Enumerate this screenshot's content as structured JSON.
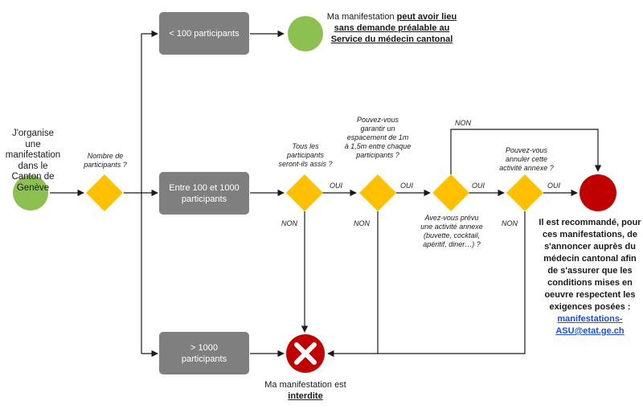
{
  "start": {
    "label": "J'organise une manifestation dans le Canton de Genève"
  },
  "questions": {
    "participants": "Nombre de participants ?",
    "seated": "Tous les participants seront-ils assis ?",
    "spacing": "Pouvez-vous garantir un espacement de 1m à 1,5m entre chaque participants ?",
    "annex": "Avez-vous prévu une activité annexe (buvette, cocktail, apéritif, diner…) ?",
    "cancel_annex": "Pouvez-vous annuler cette activité annexe ?"
  },
  "boxes": {
    "small": "< 100 participants",
    "medium": "Entre 100 et 1000 participants",
    "large": "> 1000 participants"
  },
  "edges": {
    "yes": "OUI",
    "no": "NON"
  },
  "outcomes": {
    "allowed_prefix": "Ma manifestation ",
    "allowed_emphasis": "peut avoir lieu sans demande préalable au Service du médecin cantonal",
    "recommended": "Il est recommandé, pour ces manifestations, de s'annoncer auprès du médecin cantonal afin de s'assurer que les conditions mises en oeuvre respectent les exigences posées :",
    "recommended_link": "manifestations-ASU@etat.ge.ch",
    "forbidden_prefix": "Ma manifestation est",
    "forbidden_emphasis": "interdite"
  },
  "colors": {
    "green": "#8cc152",
    "amber": "#ffc000",
    "red": "#c00000",
    "box": "#7f7f7f",
    "line": "#1a1a1a",
    "link": "#1f4fd6"
  },
  "icons": {
    "forbidden": "close-x-icon",
    "start_node": "circle-node",
    "decision": "diamond-node"
  }
}
